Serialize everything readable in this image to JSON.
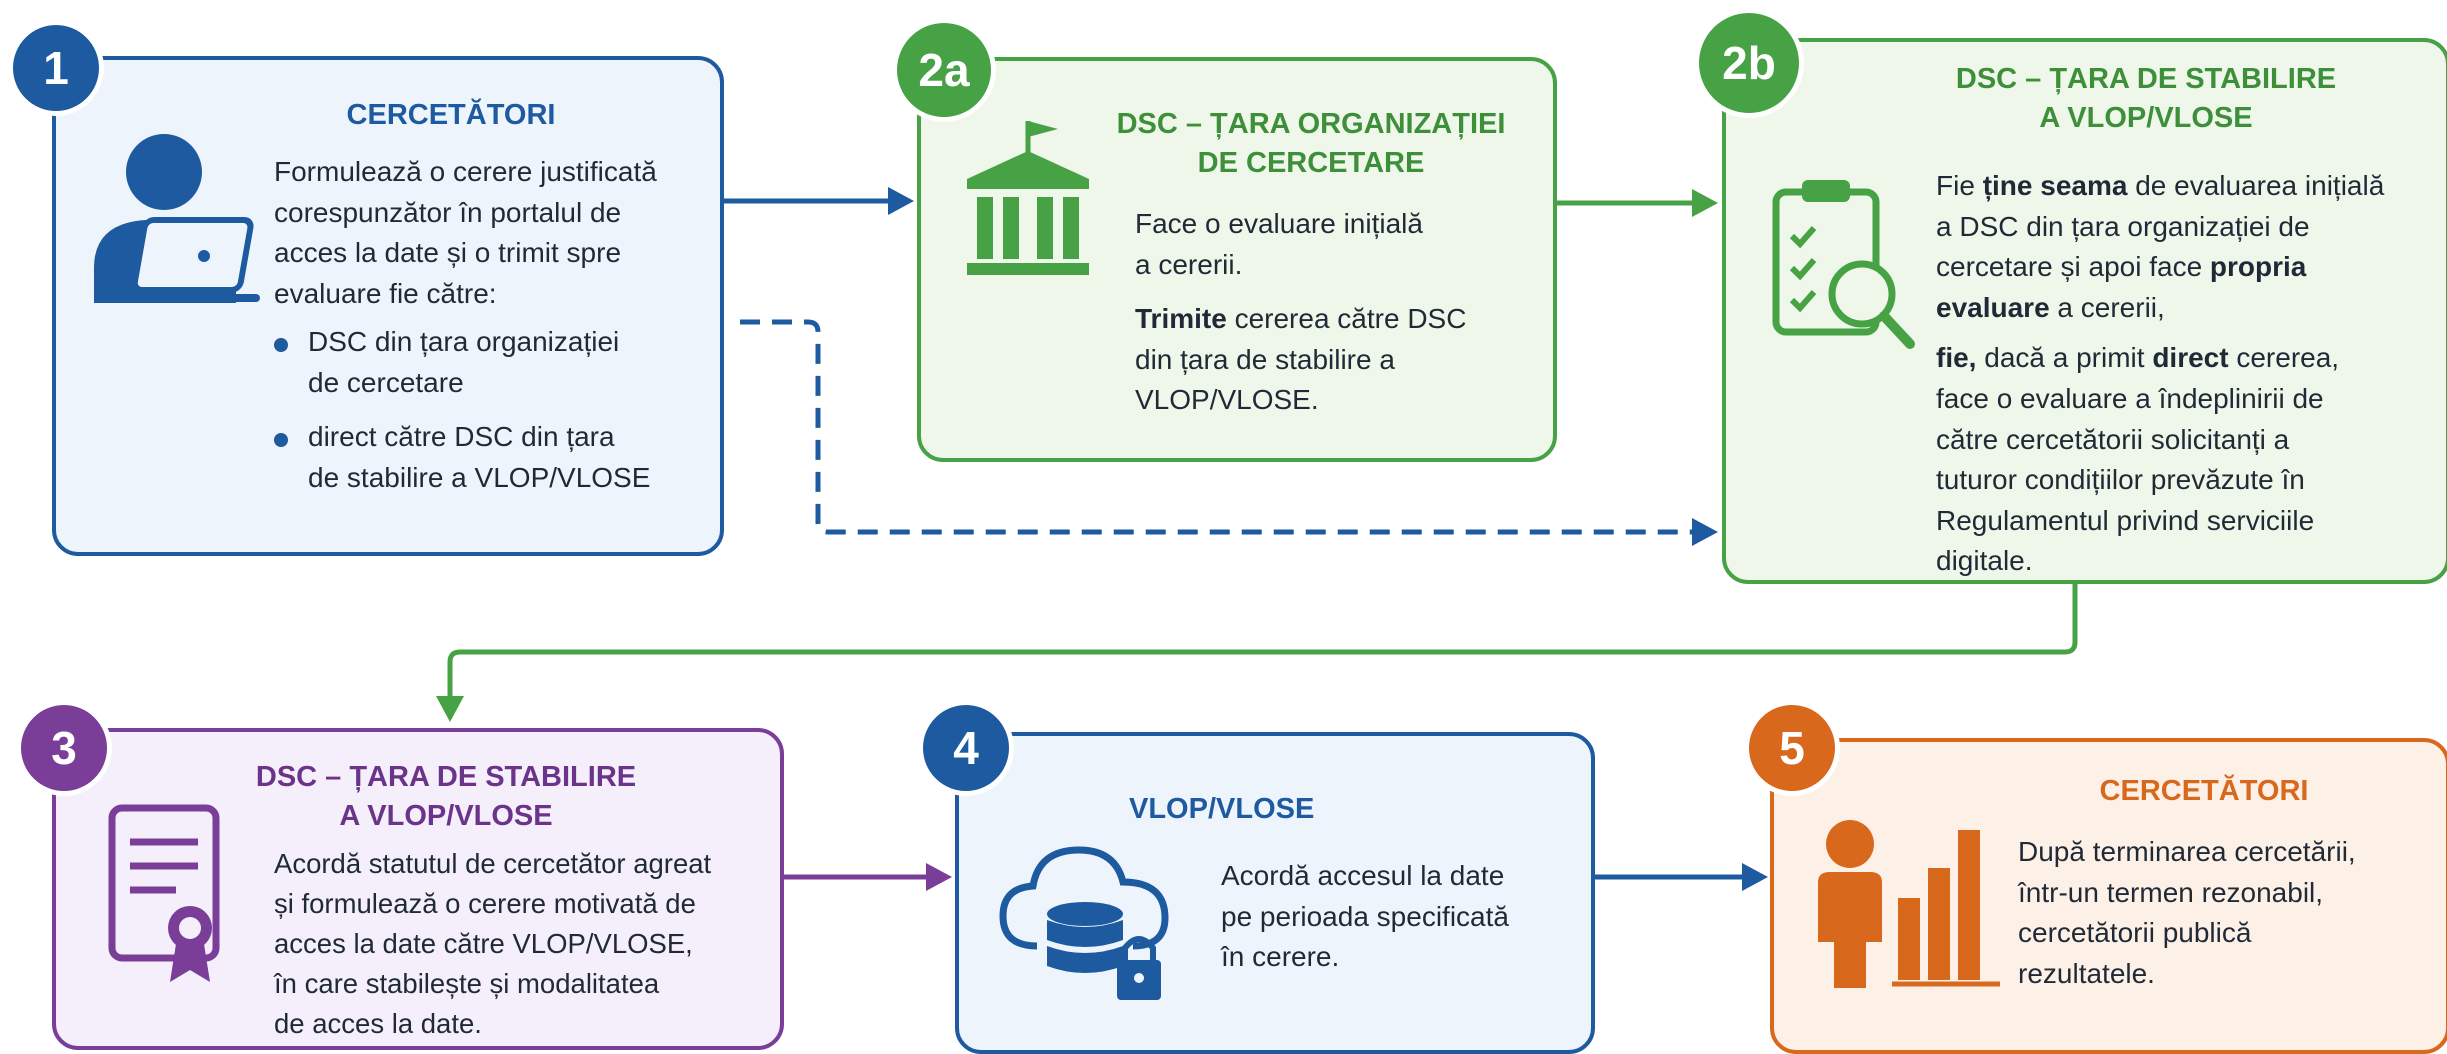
{
  "colors": {
    "blue": "#1e5aa0",
    "green": "#46a244",
    "purple": "#7a3d98",
    "orange": "#d8691c"
  },
  "step1": {
    "badge": "1",
    "icon": "researcher-laptop-icon",
    "title": "CERCETĂTORI",
    "text": [
      "Formulează o cerere justificată",
      "corespunzător în portalul de",
      "acces la date și o trimit spre",
      "evaluare fie către:"
    ],
    "bullets": [
      [
        "DSC din țara organizației",
        "de cercetare"
      ],
      [
        "direct către DSC din țara",
        "de stabilire a VLOP/VLOSE"
      ]
    ]
  },
  "step2a": {
    "badge": "2a",
    "icon": "institution-building-icon",
    "title": [
      "DSC – ȚARA ORGANIZAȚIEI",
      "DE CERCETARE"
    ],
    "p1": [
      "Face o evaluare inițială",
      "a cererii."
    ],
    "p2_bold": "Trimite",
    "p2_rest": " cererea către DSC",
    "p2_lines": [
      "din țara de stabilire a",
      "VLOP/VLOSE."
    ]
  },
  "step2b": {
    "badge": "2b",
    "icon": "clipboard-checklist-search-icon",
    "title": [
      "DSC – ȚARA DE STABILIRE",
      "A VLOP/VLOSE"
    ],
    "p1_a": "Fie ",
    "p1_b": "ține seama",
    "p1_c": " de evaluarea inițială",
    "p1_lines": [
      "a DSC din țara organizației de"
    ],
    "p1_d": "cercetare și apoi face ",
    "p1_e": "propria",
    "p1_f": "evaluare",
    "p1_g": " a cererii,",
    "p2_a": "fie,",
    "p2_b": " dacă a primit ",
    "p2_c": "direct",
    "p2_d": " cererea,",
    "p2_lines": [
      "face o evaluare a îndeplinirii de",
      "către cercetătorii solicitanți a",
      "tuturor condițiilor prevăzute în",
      "Regulamentul privind serviciile",
      "digitale."
    ]
  },
  "step3": {
    "badge": "3",
    "icon": "certificate-document-icon",
    "title": [
      "DSC – ȚARA DE STABILIRE",
      "A VLOP/VLOSE"
    ],
    "text": [
      "Acordă statutul de cercetător agreat",
      "și formulează o cerere motivată de",
      "acces la date către VLOP/VLOSE,",
      "în care stabilește și modalitatea",
      "de acces la date."
    ]
  },
  "step4": {
    "badge": "4",
    "icon": "cloud-database-lock-icon",
    "title": "VLOP/VLOSE",
    "text": [
      "Acordă accesul la date",
      "pe perioada specificată",
      "în cerere."
    ]
  },
  "step5": {
    "badge": "5",
    "icon": "person-bar-chart-icon",
    "title": "CERCETĂTORI",
    "text": [
      "După terminarea cercetării,",
      "într-un termen rezonabil,",
      "cercetătorii publică",
      "rezultatele."
    ]
  }
}
